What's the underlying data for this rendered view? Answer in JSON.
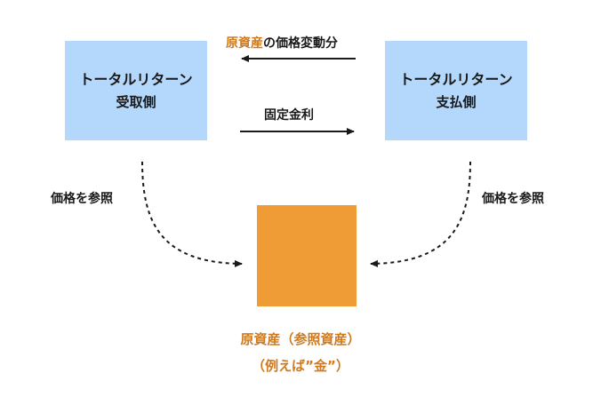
{
  "receiver": {
    "line1": "トータルリターン",
    "line2": "受取側"
  },
  "payer": {
    "line1": "トータルリターン",
    "line2": "支払側"
  },
  "top_arrow": {
    "highlight": "原資産",
    "rest": "の価格変動分"
  },
  "bottom_arrow": {
    "label": "固定金利"
  },
  "reference_left": "価格を参照",
  "reference_right": "価格を参照",
  "underlying": {
    "caption_line1": "原資産（参照資産）",
    "caption_line2": "（例えば”金”）"
  },
  "colors": {
    "box_fill": "#b4d8fb",
    "asset_fill": "#f09c36",
    "accent_text": "#cf7a1f"
  }
}
